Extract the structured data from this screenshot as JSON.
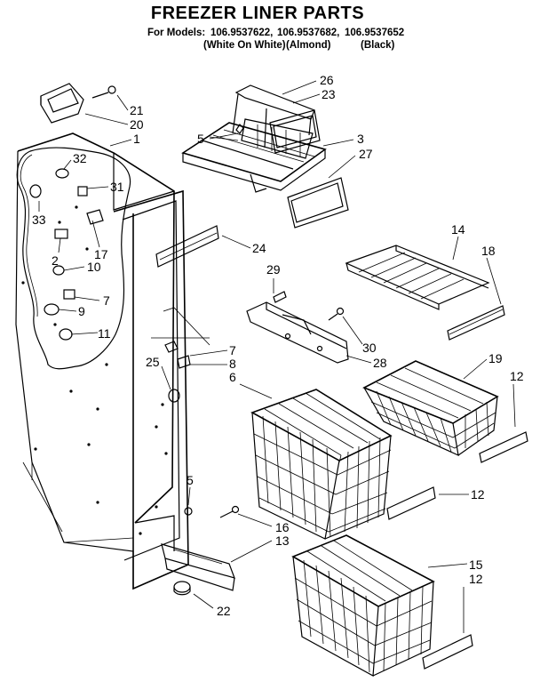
{
  "title": "FREEZER LINER PARTS",
  "models": {
    "label": "For Models:",
    "numbers": [
      "106.9537622,",
      "106.9537682,",
      "106.9537652"
    ],
    "colors": [
      "(White On White)",
      "(Almond)",
      "(Black)"
    ]
  },
  "callouts": {
    "p26": "26",
    "p23": "23",
    "p21": "21",
    "p20": "20",
    "p1": "1",
    "p5a": "5",
    "p3": "3",
    "p27": "27",
    "p32": "32",
    "p31": "31",
    "p33": "33",
    "p17": "17",
    "p2": "2",
    "p10": "10",
    "p24": "24",
    "p29": "29",
    "p14": "14",
    "p18": "18",
    "p7a": "7",
    "p9": "9",
    "p11": "11",
    "p30": "30",
    "p28": "28",
    "p7b": "7",
    "p8": "8",
    "p25": "25",
    "p6": "6",
    "p19": "19",
    "p12a": "12",
    "p12b": "12",
    "p5b": "5",
    "p16": "16",
    "p13": "13",
    "p15": "15",
    "p12c": "12",
    "p22": "22"
  }
}
